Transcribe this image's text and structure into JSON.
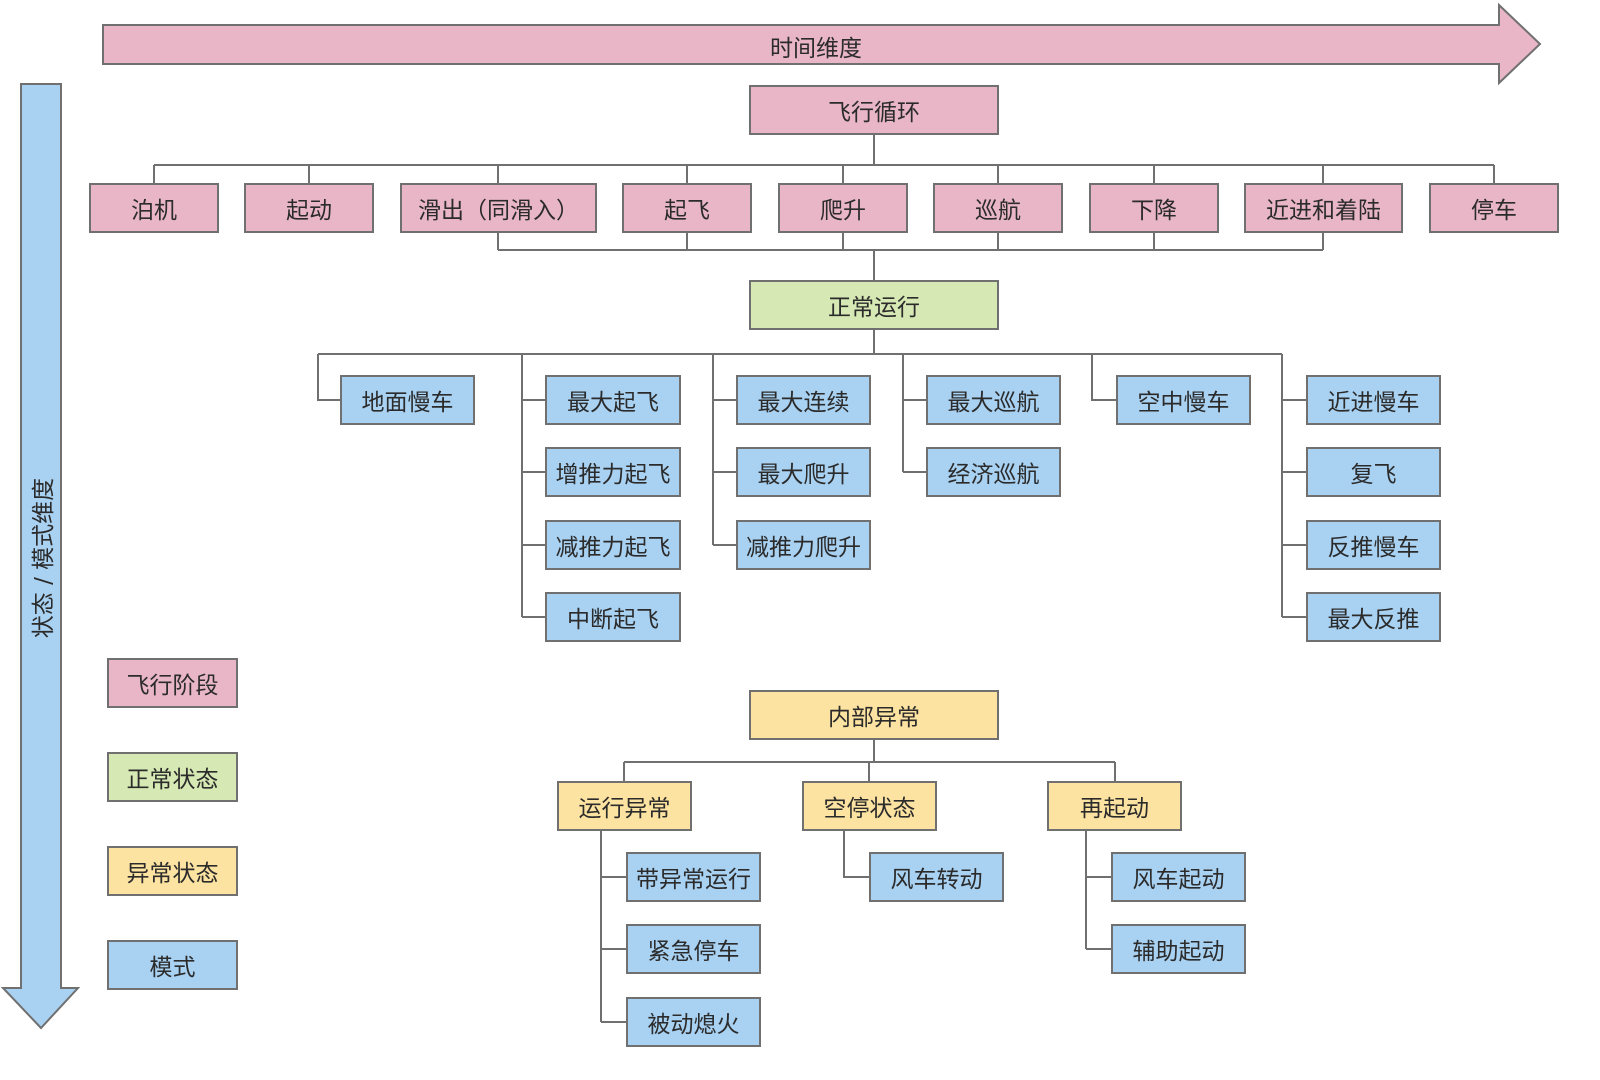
{
  "axes": {
    "time_label": "时间维度",
    "state_label": "状态 / 模式维度"
  },
  "colors": {
    "phase": "#e8b6c6",
    "normal": "#d6e8b3",
    "abnormal": "#fde3a1",
    "mode": "#a8d1f2",
    "line": "#707070"
  },
  "root": "飞行循环",
  "phases": [
    "泊机",
    "起动",
    "滑出（同滑入）",
    "起飞",
    "爬升",
    "巡航",
    "下降",
    "近进和着陆",
    "停车"
  ],
  "normal_op": {
    "title": "正常运行",
    "modes": {
      "ground_idle": "地面慢车",
      "takeoff": [
        "最大起飞",
        "增推力起飞",
        "减推力起飞",
        "中断起飞"
      ],
      "continuous": [
        "最大连续",
        "最大爬升",
        "减推力爬升"
      ],
      "cruise": [
        "最大巡航",
        "经济巡航"
      ],
      "flight_idle": "空中慢车",
      "approach": [
        "近进慢车",
        "复飞",
        "反推慢车",
        "最大反推"
      ]
    }
  },
  "internal_abnormal": {
    "title": "内部异常",
    "groups": [
      {
        "label": "运行异常",
        "children": [
          "带异常运行",
          "紧急停车",
          "被动熄火"
        ]
      },
      {
        "label": "空停状态",
        "children": [
          "风车转动"
        ]
      },
      {
        "label": "再起动",
        "children": [
          "风车起动",
          "辅助起动"
        ]
      }
    ]
  },
  "legend": [
    "飞行阶段",
    "正常状态",
    "异常状态",
    "模式"
  ]
}
